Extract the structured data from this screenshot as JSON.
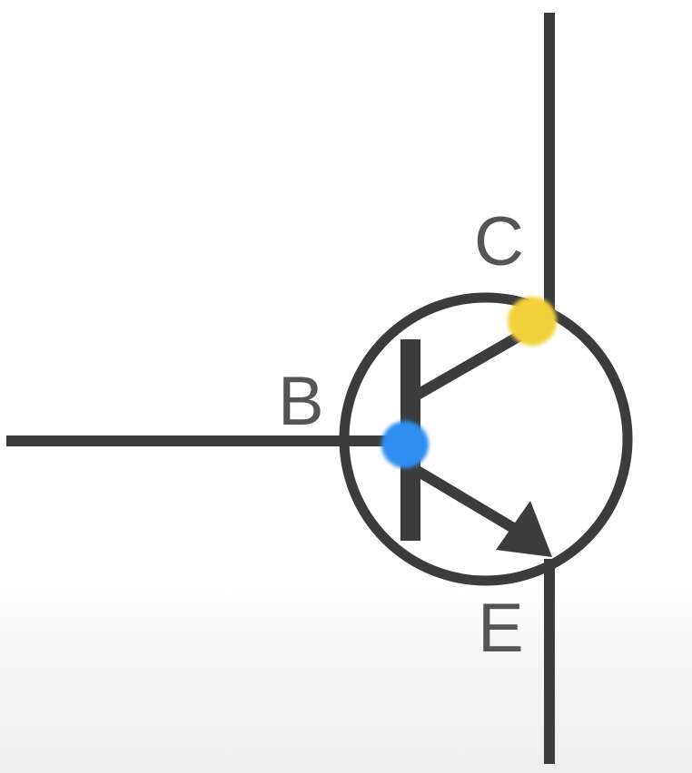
{
  "labels": {
    "collector": "C",
    "base": "B",
    "emitter": "E"
  },
  "colors": {
    "stroke": "#3c3c3c",
    "label": "#555555",
    "base_dot": "#2f8ff0",
    "collector_dot": "#f2d23a",
    "background": "#ffffff"
  },
  "icons": {
    "collector_marker": "yellow-dot",
    "base_marker": "blue-dot",
    "emitter_arrow": "arrowhead"
  }
}
